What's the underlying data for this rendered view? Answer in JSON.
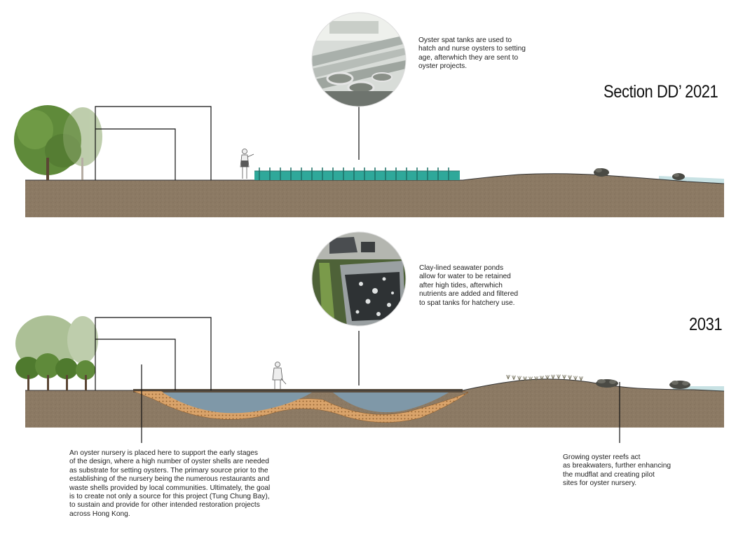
{
  "colors": {
    "soil": "#8c7a64",
    "soil_dark": "#6e5f4e",
    "water": "#7f98a8",
    "tank": "#2fa89a",
    "sea": "#c8e2e4",
    "substrate": "#d9a36a",
    "tree": "#5f8a3a",
    "line": "#111111"
  },
  "sections": [
    {
      "id": "section-2021",
      "title": "Section DD’ 2021",
      "callout": {
        "image": "oyster-spat-tanks-photo",
        "text": "Oyster spat tanks are used to\nhatch and nurse oysters to setting\nage, afterwhich they are sent to\noyster projects."
      }
    },
    {
      "id": "section-2031",
      "title": "2031",
      "callout": {
        "image": "clay-lined-ponds-aerial-photo",
        "text": "Clay-lined seawater ponds\nallow for water to be retained\nafter high tides, afterwhich\nnutrients are added and filtered\nto spat tanks for hatchery use."
      }
    }
  ],
  "annotations": {
    "nursery": "An oyster nursery is placed here to support the early stages\nof the design, where a high number of oyster shells are needed\nas substrate for setting oysters. The primary source prior to the\nestablishing of the nursery being the numerous restaurants and\nwaste shells provided by local communities. Ultimately, the goal\nis to create not only a source for this project (Tung Chung Bay),\nto sustain and provide for other intended restoration projects\nacross Hong Kong.",
    "reef": "Growing oyster reefs act\nas breakwaters, further enhancing\nthe mudflat and creating pilot\nsites for oyster nursery."
  }
}
